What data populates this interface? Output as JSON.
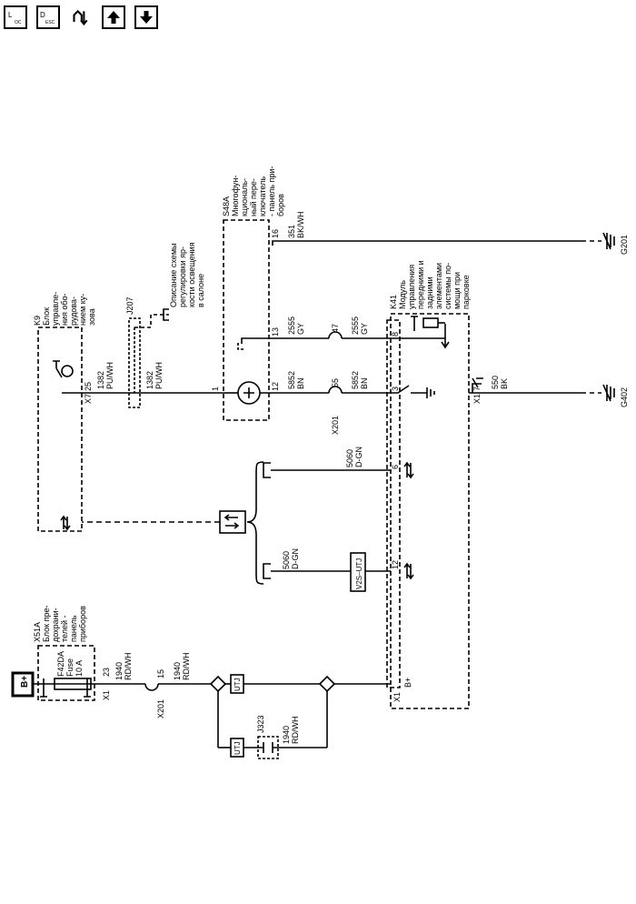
{
  "toolbar": {
    "buttons": [
      {
        "name": "loc-button",
        "label_main": "L",
        "label_sub": "OC"
      },
      {
        "name": "desc-button",
        "label_main": "D",
        "label_sub": "ESC"
      },
      {
        "name": "signal-flow-button",
        "icon": "signal-flow-icon"
      },
      {
        "name": "page-up-button",
        "icon": "arrow-up-icon"
      },
      {
        "name": "page-down-button",
        "icon": "arrow-down-icon"
      }
    ]
  },
  "diagram": {
    "battery_label": "B+",
    "fuse_block": {
      "id": "X51A",
      "lines": [
        "Блок пре-",
        "дохрани-",
        "телей -",
        "панель",
        "приборов"
      ],
      "fuse_name": "F42DA",
      "fuse_label": "Fuse",
      "fuse_rating": "10 A",
      "connector": "X1",
      "pin": "23"
    },
    "wire_1940_a": {
      "num": "1940",
      "color": "RD/WH"
    },
    "wire_1940_b": {
      "num": "1940",
      "color": "RD/WH"
    },
    "wire_1940_c": {
      "num": "1940",
      "color": "RD/WH"
    },
    "x201_pin15": {
      "connector": "X201",
      "pin": "15"
    },
    "utj_left": "UTJ",
    "utj_right": "UTJ",
    "j323": "J323",
    "module_k41": {
      "id": "K41",
      "lines": [
        "Модуль",
        "управления",
        "передними и",
        "задними",
        "элементами",
        "системы по-",
        "мощи при",
        "парковке"
      ],
      "bplus": "B+",
      "x1": "X1",
      "x1_b": "X1",
      "pin_12": "12",
      "pin_6": "6",
      "pin_3": "3",
      "pin_8": "8",
      "pin_7": "7"
    },
    "v2s_utj": "V2S–UTJ",
    "wire_5060_a": {
      "num": "5060",
      "color": "D-GN"
    },
    "wire_5060_b": {
      "num": "5060",
      "color": "D-GN"
    },
    "module_k9": {
      "id": "K9",
      "lines": [
        "Блок",
        "управле-",
        "ния обо-",
        "рудова-",
        "нием ку-",
        "зова"
      ],
      "x7": "X7",
      "pin": "25"
    },
    "wire_1382_a": {
      "num": "1382",
      "color": "PU/WH"
    },
    "wire_1382_b": {
      "num": "1382",
      "color": "PU/WH"
    },
    "j207": "J207",
    "dimming_ref": [
      "Описание схемы",
      "регулировки яр-",
      "кости освещения",
      "в салоне"
    ],
    "switch_s48a": {
      "id": "S48A",
      "lines": [
        "Многофун-",
        "кциональ-",
        "ный пере-",
        "ключатель",
        "- панель при-",
        "боров"
      ],
      "pin_1": "1",
      "pin_12": "12",
      "pin_13": "13",
      "pin_16": "16"
    },
    "wire_5852_a": {
      "num": "5852",
      "color": "BN"
    },
    "wire_5852_b": {
      "num": "5852",
      "color": "BN"
    },
    "x201_pin55": {
      "connector": "X201",
      "pin": "55"
    },
    "wire_2555_a": {
      "num": "2555",
      "color": "GY"
    },
    "wire_2555_b": {
      "num": "2555",
      "color": "GY"
    },
    "pin_47": "47",
    "wire_351": {
      "num": "351",
      "color": "BK/WH"
    },
    "ground_g201": "G201",
    "wire_550": {
      "num": "550",
      "color": "BK"
    },
    "ground_g402": "G402"
  }
}
